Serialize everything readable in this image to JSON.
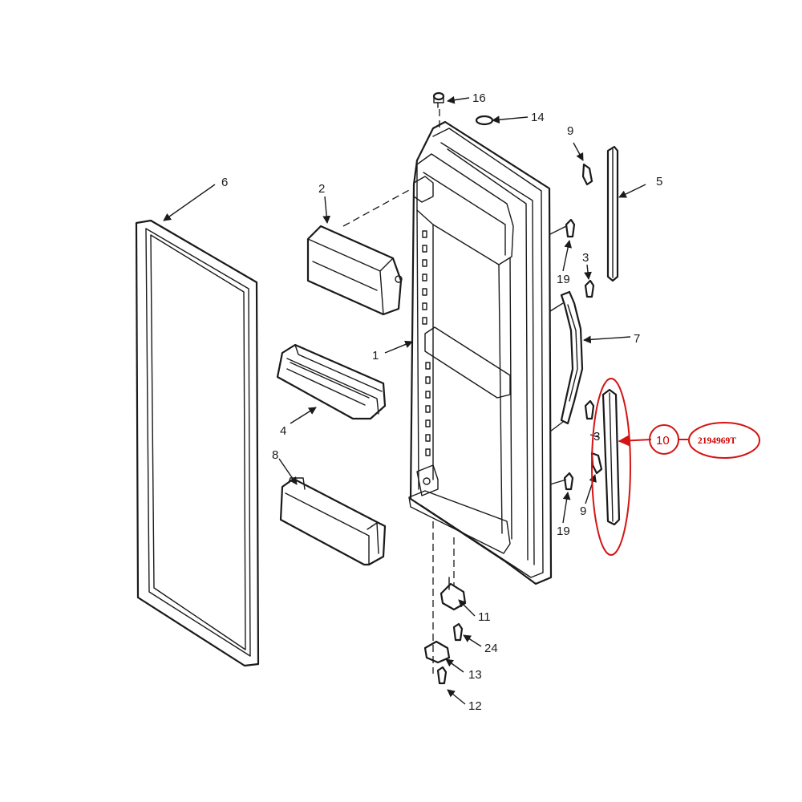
{
  "labels": {
    "l1": "1",
    "l2": "2",
    "l3a": "3",
    "l3b": "3",
    "l4": "4",
    "l5": "5",
    "l6": "6",
    "l7": "7",
    "l8": "8",
    "l9a": "9",
    "l9b": "9",
    "l10": "10",
    "l11": "11",
    "l12": "12",
    "l13": "13",
    "l14": "14",
    "l16": "16",
    "l19a": "19",
    "l19b": "19",
    "l24": "24"
  },
  "callout": {
    "part_number": "2194969T"
  },
  "colors": {
    "line": "#1a1a1a",
    "highlight": "#d41414"
  }
}
